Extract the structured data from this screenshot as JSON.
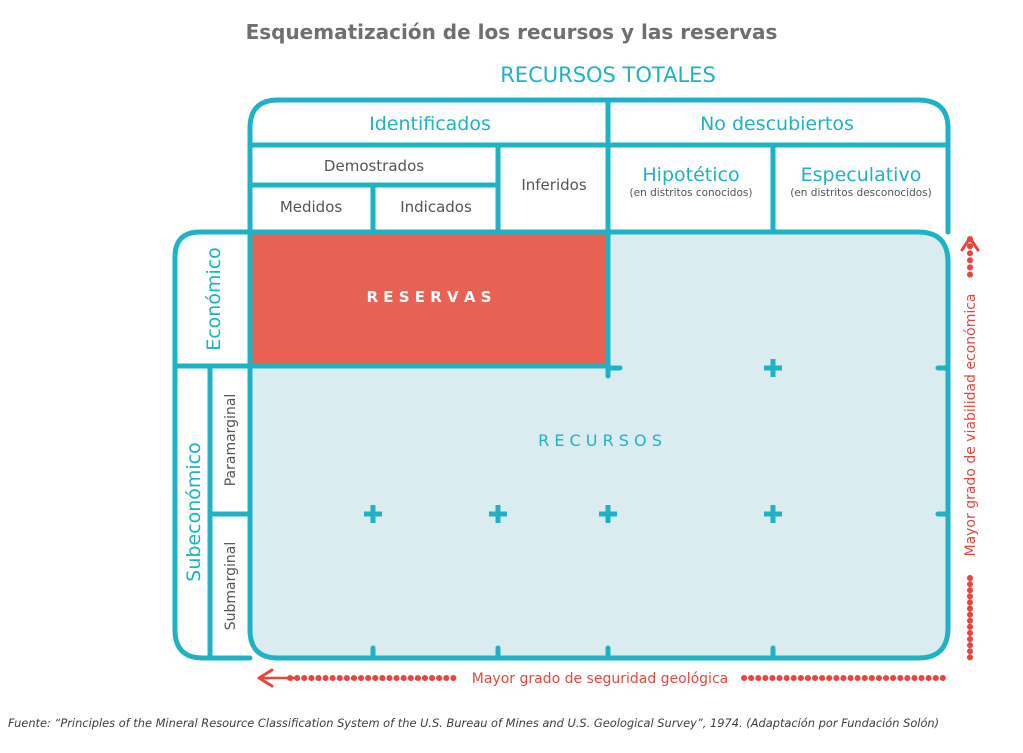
{
  "title": "Esquematización de los recursos y las reservas",
  "header": "RECURSOS TOTALES",
  "columns": {
    "identified": "Identificados",
    "undiscovered": "No descubiertos",
    "demonstrated": "Demostrados",
    "measured": "Medidos",
    "indicated": "Indicados",
    "inferred": "Inferidos",
    "hypothetical": "Hipotético",
    "hypothetical_note": "(en distritos conocidos)",
    "speculative": "Especulativo",
    "speculative_note": "(en distritos desconocidos)"
  },
  "rows": {
    "economic": "Económico",
    "subeconomic": "Subeconómico",
    "paramarginal": "Paramarginal",
    "submarginal": "Submarginal"
  },
  "reserves_label": "R E S E R V A S",
  "resources_label": "R E C U R S O S",
  "arrows": {
    "horizontal": "Mayor grado de seguridad geológica",
    "vertical": "Mayor grado de viabilidad económica"
  },
  "source": "Fuente: “Principles of the Mineral Resource Classification System of the U.S. Bureau of Mines and U.S. Geological Survey”, 1974. (Adaptación por Fundación Solón)",
  "colors": {
    "teal": "#1db3c5",
    "reserves": "#e86152",
    "resources_bg": "#daecf0",
    "arrow_red": "#e8463d",
    "gray_text": "#555555"
  }
}
